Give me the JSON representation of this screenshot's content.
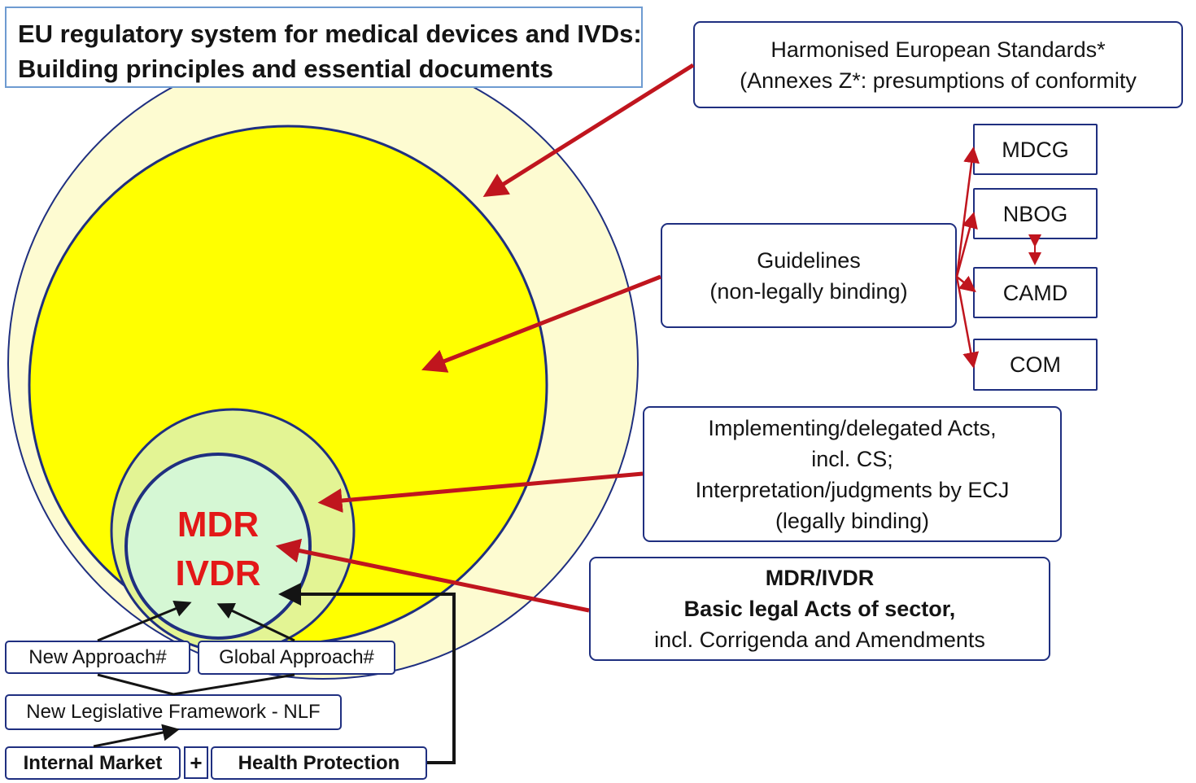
{
  "title": {
    "line1": "EU regulatory system for medical devices and IVDs:",
    "line2": "Building principles and essential documents"
  },
  "standards": {
    "line1": "Harmonised European Standards*",
    "line2": "(Annexes Z*: presumptions of conformity"
  },
  "guidelines": {
    "line1": "Guidelines",
    "line2": "(non-legally binding)"
  },
  "bodies": [
    "MDCG",
    "NBOG",
    "CAMD",
    "COM"
  ],
  "acts": {
    "line1": "Implementing/delegated Acts,",
    "line2": "incl. CS;",
    "line3": "Interpretation/judgments by ECJ",
    "line4": "(legally binding)"
  },
  "basic": {
    "line1": "MDR/IVDR",
    "line2": "Basic legal Acts of sector,",
    "line3": "incl. Corrigenda and Amendments"
  },
  "center": {
    "line1": "MDR",
    "line2": "IVDR"
  },
  "foundation": {
    "new_approach": "New Approach#",
    "global_approach": "Global Approach#",
    "nlf": "New Legislative Framework - NLF",
    "internal_market": "Internal Market",
    "plus": "+",
    "health_protection": "Health Protection"
  },
  "colors": {
    "outer_circle": "#fdfbd1",
    "guidelines_circle": "#ffff00",
    "acts_circle": "#e3f494",
    "center_circle": "#d5f7d4",
    "border": "#1f2f80",
    "arrow": "#c0151e",
    "center_text": "#e31818"
  }
}
